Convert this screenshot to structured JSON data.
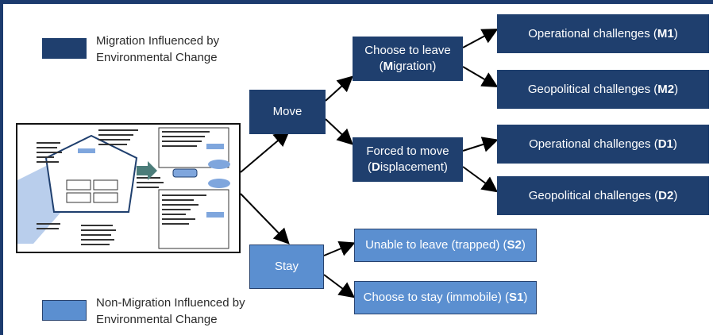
{
  "legend": {
    "migration": {
      "line1": "Migration Influenced by",
      "line2": "Environmental Change",
      "color": "#1f3f6e"
    },
    "non_migration": {
      "line1": "Non-Migration Influenced by",
      "line2": "Environmental Change",
      "color": "#5b8fd0"
    }
  },
  "nodes": {
    "move": "Move",
    "stay": "Stay",
    "choose_leave": {
      "line1": "Choose to leave",
      "line2_bold": "M",
      "line2_rest": "igration)",
      "line2_open": "("
    },
    "forced_move": {
      "line1": "Forced to move",
      "line2_open": "(",
      "line2_bold": "D",
      "line2_rest": "isplacement)"
    },
    "m1": {
      "text": "Operational challenges (",
      "code": "M1",
      "close": ")"
    },
    "m2": {
      "text": "Geopolitical challenges (",
      "code": "M2",
      "close": ")"
    },
    "d1": {
      "text": "Operational challenges (",
      "code": "D1",
      "close": ")"
    },
    "d2": {
      "text": "Geopolitical challenges (",
      "code": "D2",
      "close": ")"
    },
    "s2": {
      "text": "Unable to leave (trapped) (",
      "code": "S2",
      "close": ")"
    },
    "s1": {
      "text": "Choose to stay (immobile) (",
      "code": "S1",
      "close": ")"
    }
  },
  "colors": {
    "dark": "#1f3f6e",
    "light": "#5b8fd0",
    "frame": "#1c3b6e"
  }
}
